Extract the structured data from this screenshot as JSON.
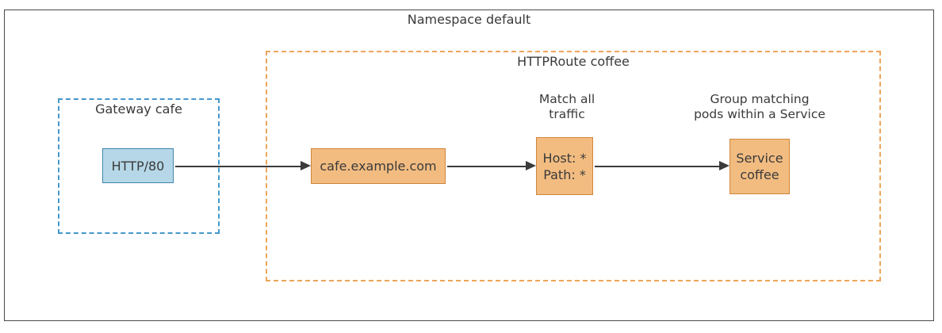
{
  "namespace": {
    "label": "Namespace default"
  },
  "gateway": {
    "label": "Gateway cafe",
    "listener_label": "HTTP/80"
  },
  "httproute": {
    "label": "HTTPRoute coffee",
    "hostname_label": "cafe.example.com",
    "match_annotation_lines": [
      "Match all",
      "traffic"
    ],
    "match_rule_lines": [
      "Host: *",
      "Path: *"
    ],
    "backend_annotation_lines": [
      "Group matching",
      "pods within a Service"
    ],
    "service_lines": [
      "Service",
      "coffee"
    ]
  },
  "colors": {
    "gateway_node_fill": "#b6d7e8",
    "gateway_node_border": "#4086ad",
    "gateway_boundary_dash": "#4597cb",
    "route_node_fill": "#f2bc81",
    "route_node_border": "#d0853a",
    "route_boundary_dash": "#eda55c",
    "arrow": "#3b3b3b",
    "text": "#3a3a3a"
  }
}
